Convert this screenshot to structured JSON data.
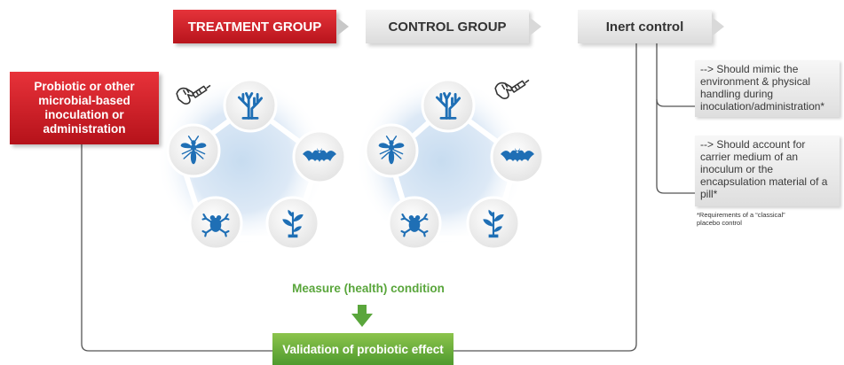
{
  "headers": {
    "treatment": "TREATMENT GROUP",
    "control": "CONTROL GROUP",
    "inert": "Inert control"
  },
  "probiotic_box": "Probiotic or other microbial-based inoculation or administration",
  "inert_requirements": [
    "--> Should mimic the environment & physical handling during inoculation/administration*",
    "--> Should account for carrier medium of an inoculum or the encapsulation material of a pill*"
  ],
  "footnote": "*Requirements of a “classical” placebo control",
  "measure_label": "Measure (health) condition",
  "validation_label": "Validation of probiotic effect",
  "icons": [
    "coral-icon",
    "bat-icon",
    "plant-icon",
    "frog-icon",
    "insect-icon",
    "syringe-hand-icon",
    "down-arrow-icon"
  ],
  "colors": {
    "red": "#c8161e",
    "green": "#5aa63c",
    "blue": "#1f6fb5",
    "grey": "#e6e6e6"
  }
}
